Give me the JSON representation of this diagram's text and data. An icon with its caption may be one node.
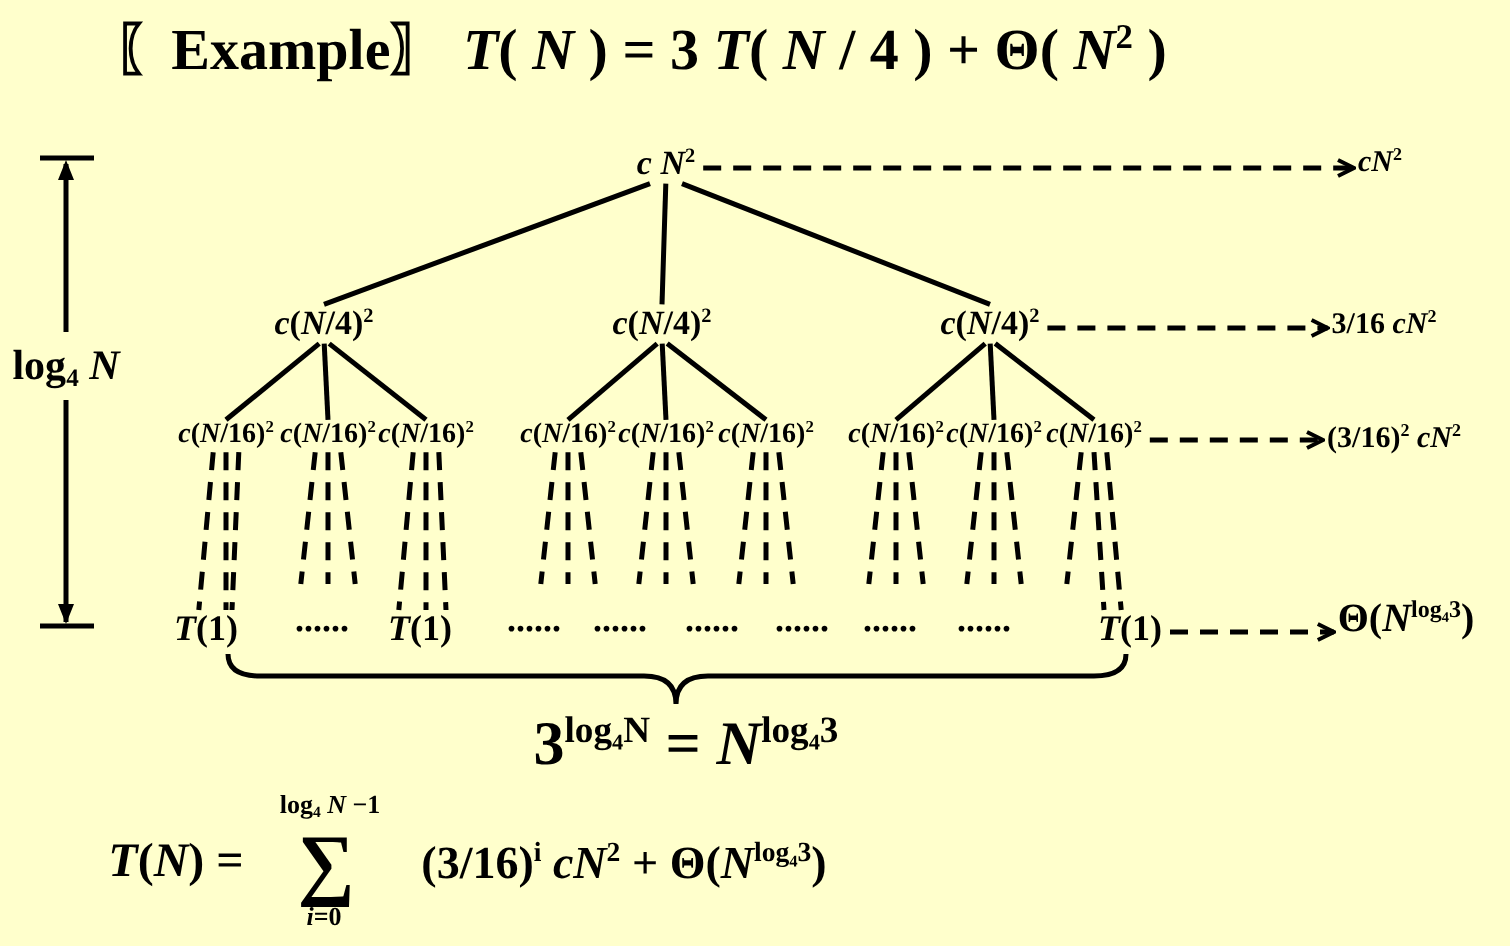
{
  "diagram": {
    "title": "〖Example〗 *T*( *N* ) = 3 *T*( *N* / 4 ) + Θ( *N*$^{2}$ )",
    "nodes": [
      {
        "text": [
          "*c N*$^{2}$"
        ]
      },
      {
        "text": [
          "*cN*$^{2}$"
        ]
      },
      {
        "text": [
          "*c*(*N*/4)$^{2}$"
        ]
      },
      {
        "text": [
          "*c*(*N*/4)$^{2}$"
        ]
      },
      {
        "text": [
          "*c*(*N*/4)$^{2}$"
        ]
      },
      {
        "text": [
          "3/16 *cN*$^{2}$"
        ]
      },
      {
        "text": [
          "*c*(*N*/16)$^{2}$"
        ]
      },
      {
        "text": [
          "*c*(*N*/16)$^{2}$"
        ]
      },
      {
        "text": [
          "*c*(*N*/16)$^{2}$"
        ]
      },
      {
        "text": [
          "*c*(*N*/16)$^{2}$"
        ]
      },
      {
        "text": [
          "*c*(*N*/16)$^{2}$"
        ]
      },
      {
        "text": [
          "*c*(*N*/16)$^{2}$"
        ]
      },
      {
        "text": [
          "*c*(*N*/16)$^{2}$"
        ]
      },
      {
        "text": [
          "*c*(*N*/16)$^{2}$"
        ]
      },
      {
        "text": [
          "*c*(*N*/16)$^{2}$"
        ]
      },
      {
        "text": [
          "(3/16)$^{2}$ *cN*$^{2}$"
        ]
      },
      {
        "text": [
          "*T*(1)"
        ]
      },
      {
        "text": [
          "*T*(1)"
        ]
      },
      {
        "text": [
          "*T*(1)"
        ]
      },
      {
        "text": [
          "Θ(*N*$^{log₄3}$)"
        ]
      }
    ],
    "edges": [
      {
        "from": 0,
        "to": 2,
        "arrow": "none"
      },
      {
        "from": 0,
        "to": 3,
        "arrow": "none"
      },
      {
        "from": 0,
        "to": 4,
        "arrow": "none"
      },
      {
        "from": 2,
        "to": 6,
        "arrow": "none"
      },
      {
        "from": 2,
        "to": 7,
        "arrow": "none"
      },
      {
        "from": 2,
        "to": 8,
        "arrow": "none"
      },
      {
        "from": 3,
        "to": 9,
        "arrow": "none"
      },
      {
        "from": 3,
        "to": 10,
        "arrow": "none"
      },
      {
        "from": 3,
        "to": 11,
        "arrow": "none"
      },
      {
        "from": 4,
        "to": 12,
        "arrow": "none"
      },
      {
        "from": 4,
        "to": 13,
        "arrow": "none"
      },
      {
        "from": 4,
        "to": 14,
        "arrow": "none"
      },
      {
        "from": 0,
        "to": 1,
        "arrow": "to",
        "style": "dashed"
      },
      {
        "from": 4,
        "to": 5,
        "arrow": "to",
        "style": "dashed"
      },
      {
        "from": 14,
        "to": 15,
        "arrow": "to",
        "style": "dashed"
      },
      {
        "from": 18,
        "to": 19,
        "arrow": "to",
        "style": "dashed"
      },
      {
        "from": 6,
        "to": 16,
        "arrow": "none",
        "style": "dashed"
      },
      {
        "from": 6,
        "to": 16,
        "arrow": "none",
        "style": "dashed"
      },
      {
        "from": 6,
        "to": 16,
        "arrow": "none",
        "style": "dashed"
      },
      {
        "from": 7,
        "to": null,
        "arrow": "none",
        "style": "dashed"
      },
      {
        "from": 7,
        "to": null,
        "arrow": "none",
        "style": "dashed"
      },
      {
        "from": 7,
        "to": null,
        "arrow": "none",
        "style": "dashed"
      },
      {
        "from": 8,
        "to": 17,
        "arrow": "none",
        "style": "dashed"
      },
      {
        "from": 8,
        "to": 17,
        "arrow": "none",
        "style": "dashed"
      },
      {
        "from": 8,
        "to": 17,
        "arrow": "none",
        "style": "dashed"
      },
      {
        "from": 9,
        "to": null,
        "arrow": "none",
        "style": "dashed"
      },
      {
        "from": 9,
        "to": null,
        "arrow": "none",
        "style": "dashed"
      },
      {
        "from": 9,
        "to": null,
        "arrow": "none",
        "style": "dashed"
      },
      {
        "from": 10,
        "to": null,
        "arrow": "none",
        "style": "dashed"
      },
      {
        "from": 10,
        "to": null,
        "arrow": "none",
        "style": "dashed"
      },
      {
        "from": 10,
        "to": null,
        "arrow": "none",
        "style": "dashed"
      },
      {
        "from": 11,
        "to": null,
        "arrow": "none",
        "style": "dashed"
      },
      {
        "from": 11,
        "to": null,
        "arrow": "none",
        "style": "dashed"
      },
      {
        "from": 11,
        "to": null,
        "arrow": "none",
        "style": "dashed"
      },
      {
        "from": 12,
        "to": null,
        "arrow": "none",
        "style": "dashed"
      },
      {
        "from": 12,
        "to": null,
        "arrow": "none",
        "style": "dashed"
      },
      {
        "from": 12,
        "to": null,
        "arrow": "none",
        "style": "dashed"
      },
      {
        "from": 13,
        "to": null,
        "arrow": "none",
        "style": "dashed"
      },
      {
        "from": 13,
        "to": null,
        "arrow": "none",
        "style": "dashed"
      },
      {
        "from": 13,
        "to": null,
        "arrow": "none",
        "style": "dashed"
      },
      {
        "from": 14,
        "to": null,
        "arrow": "none",
        "style": "dashed"
      },
      {
        "from": 14,
        "to": 18,
        "arrow": "none",
        "style": "dashed"
      },
      {
        "from": 14,
        "to": 18,
        "arrow": "none",
        "style": "dashed"
      }
    ],
    "labels": [
      "log$_{4}$ *N*",
      "......",
      "......",
      "......",
      "......",
      "......",
      "......",
      "......",
      "3$^{log₄N}$ = *N*$^{log₄3}$",
      "log$_{4}$ *N* −1",
      "*T*(*N*) =",
      "∑",
      "(3/16)$^{i}$ *cN*$^{2}$ + Θ(*N*$^{log₄3}$)",
      "*i*=0"
    ]
  }
}
